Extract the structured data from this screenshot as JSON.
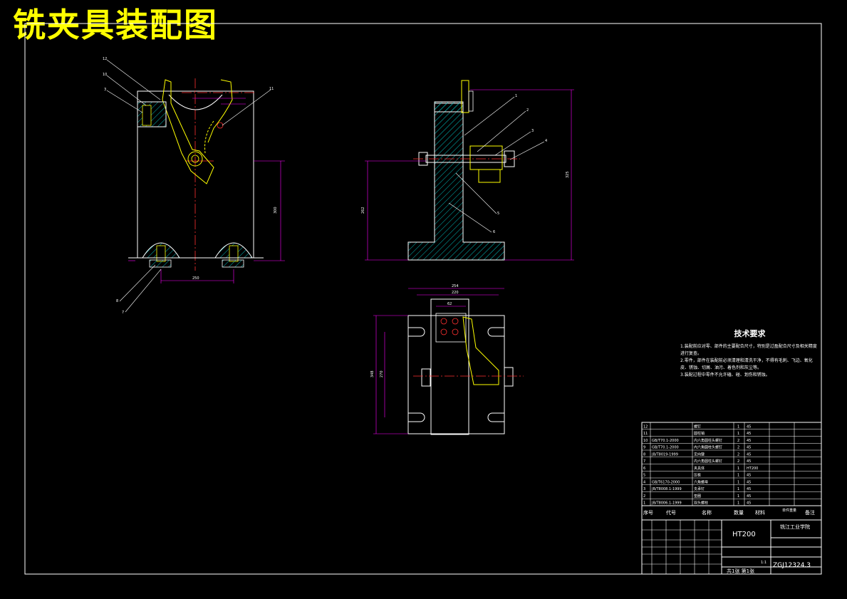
{
  "title": "铣夹具装配图",
  "tech_requirements": {
    "heading": "技术要求",
    "items": [
      "1.装配前应对零、部件的主要配合尺寸，特别是过盈配合尺寸及相关精度进行复查。",
      "2.零件，部件在装配前必须清理和清洗干净，不得有毛刺、飞边、氧化皮、锈蚀、切屑、油污、着色剂和灰尘等。",
      "3.装配过程中零件不允许磕、碰、划伤和锈蚀。"
    ]
  },
  "title_block": {
    "material": "HT200",
    "drawing_number": "ZGJ12324.3",
    "school": "铣江工业学院",
    "scale": "1:1",
    "sheet": "共1张 第1张",
    "header": {
      "no": "序号",
      "code": "代号",
      "name": "名称",
      "qty": "数量",
      "material": "材料",
      "weight": "单件重量",
      "note": "备注"
    },
    "rows": [
      {
        "no": "12",
        "code": "",
        "name": "螺钉",
        "qty": "1",
        "material": "45"
      },
      {
        "no": "11",
        "code": "",
        "name": "圆柱销",
        "qty": "1",
        "material": "45"
      },
      {
        "no": "10",
        "code": "GB/T70.1-2000",
        "name": "内六角圆柱头螺钉",
        "qty": "2",
        "material": "45"
      },
      {
        "no": "9",
        "code": "GB/T70.1-2000",
        "name": "内六角圆柱头螺钉",
        "qty": "2",
        "material": "45"
      },
      {
        "no": "8",
        "code": "JB/T8019-1999",
        "name": "定向键",
        "qty": "2",
        "material": "45"
      },
      {
        "no": "7",
        "code": "",
        "name": "内六角圆柱头螺钉",
        "qty": "2",
        "material": "45"
      },
      {
        "no": "6",
        "code": "",
        "name": "夹具体",
        "qty": "1",
        "material": "HT200"
      },
      {
        "no": "5",
        "code": "",
        "name": "压板",
        "qty": "1",
        "material": "45"
      },
      {
        "no": "4",
        "code": "GB/T6170-2000",
        "name": "六角螺母",
        "qty": "1",
        "material": "45"
      },
      {
        "no": "3",
        "code": "JB/T8008.1-1999",
        "name": "支承钉",
        "qty": "1",
        "material": "45"
      },
      {
        "no": "2",
        "code": "",
        "name": "垫圈",
        "qty": "1",
        "material": "45"
      },
      {
        "no": "1",
        "code": "JB/T8006.1-1999",
        "name": "双头螺柱",
        "qty": "1",
        "material": "45"
      }
    ]
  },
  "dimensions": {
    "left_bottom": "250",
    "left_right": "300",
    "side_height_left": "262",
    "side_height_right": "325",
    "top_width_outer": "254",
    "top_width_inner": "220",
    "top_width_small": "62",
    "top_height_outer": "348",
    "top_height_inner": "270"
  },
  "leaders": {
    "front": [
      "12",
      "10",
      "3",
      "11",
      "8",
      "7"
    ],
    "side": [
      "1",
      "2",
      "3",
      "4",
      "5",
      "6"
    ]
  },
  "colors": {
    "frame": "#ffffff",
    "dimension": "#ff00ff",
    "centerline": "#ff0000",
    "part": "#ffff00",
    "hatch": "#00c0c0",
    "title": "#ffff00"
  }
}
